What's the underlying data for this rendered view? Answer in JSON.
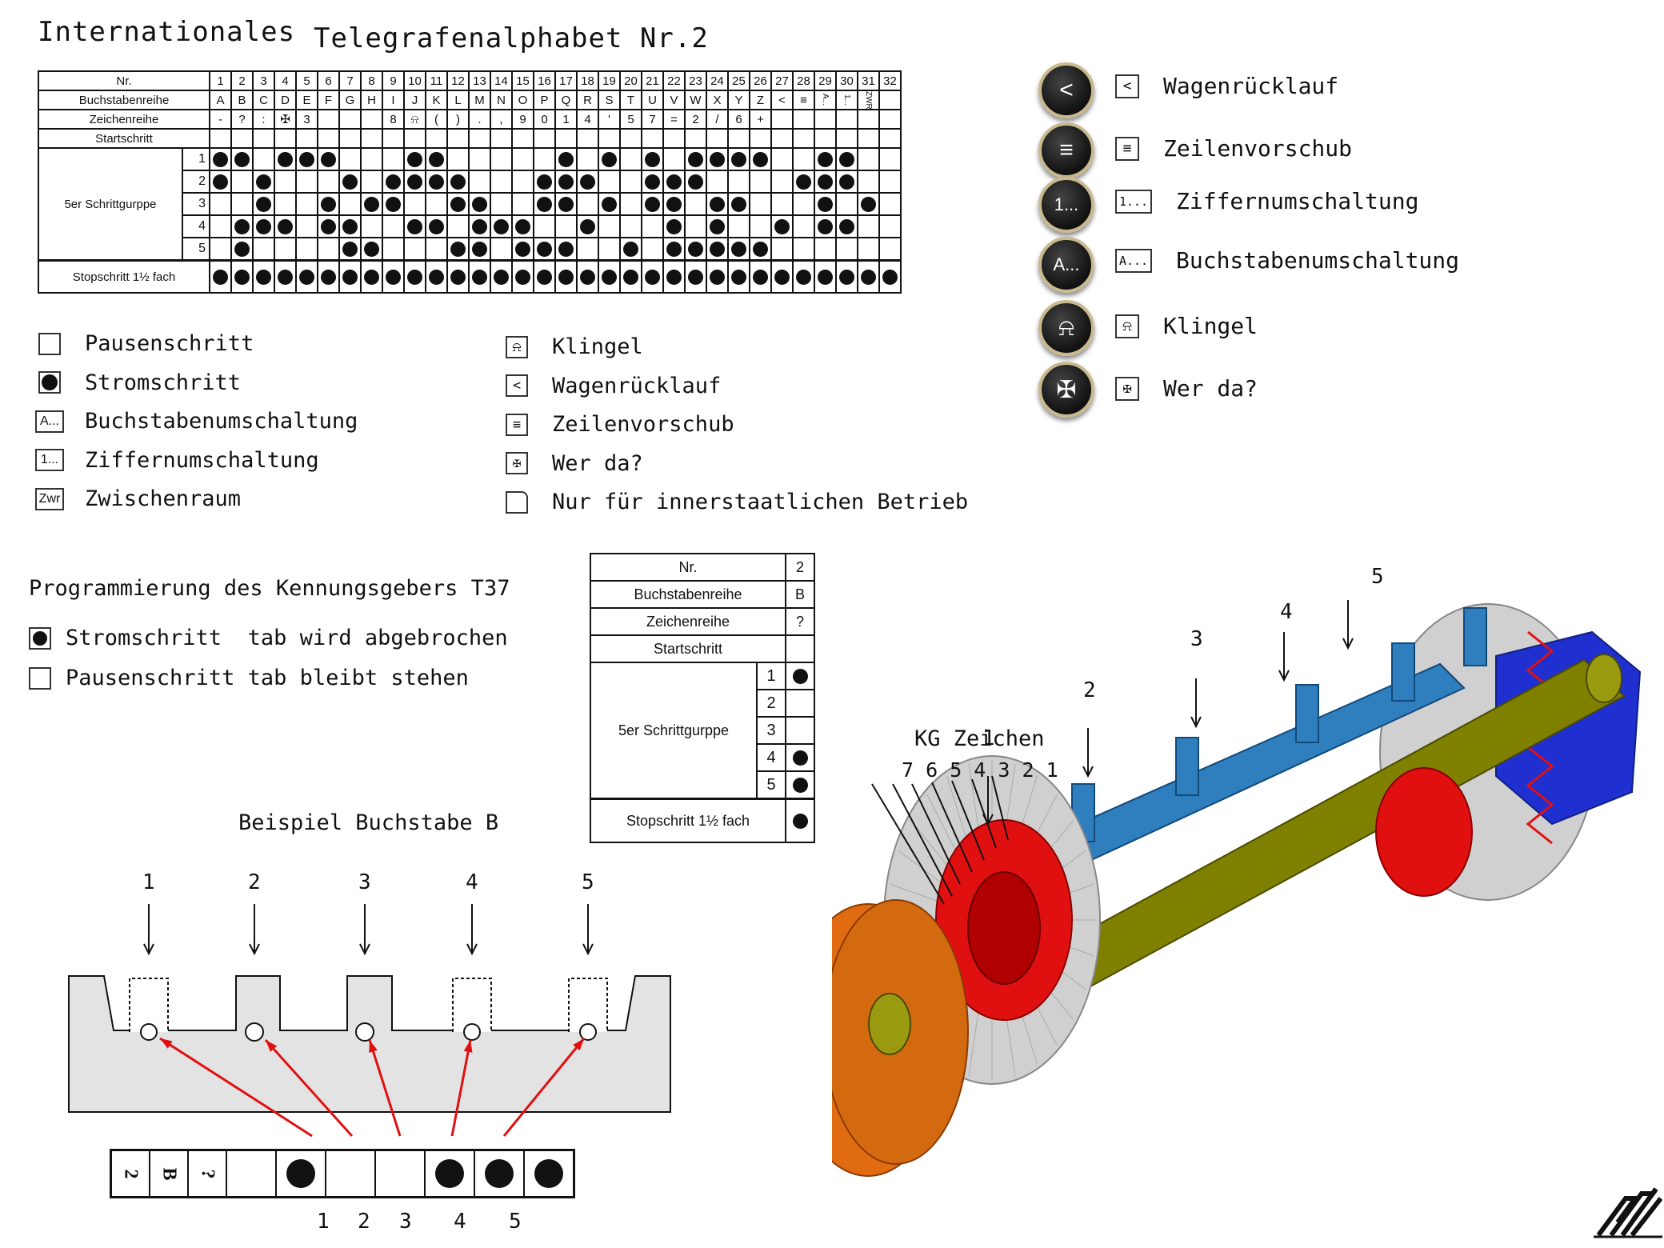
{
  "header": {
    "title_left": "Internationales",
    "title_right": "Telegrafenalphabet Nr.2"
  },
  "table": {
    "nr_label": "Nr.",
    "row_labels": {
      "letters": "Buchstabenreihe",
      "figures": "Zeichenreihe",
      "start": "Startschritt",
      "group": "5er Schrittgurppe",
      "stop": "Stopschritt 1½ fach"
    },
    "numbers": [
      "1",
      "2",
      "3",
      "4",
      "5",
      "6",
      "7",
      "8",
      "9",
      "10",
      "11",
      "12",
      "13",
      "14",
      "15",
      "16",
      "17",
      "18",
      "19",
      "20",
      "21",
      "22",
      "23",
      "24",
      "25",
      "26",
      "27",
      "28",
      "29",
      "30",
      "31",
      "32"
    ],
    "letters": [
      "A",
      "B",
      "C",
      "D",
      "E",
      "F",
      "G",
      "H",
      "I",
      "J",
      "K",
      "L",
      "M",
      "N",
      "O",
      "P",
      "Q",
      "R",
      "S",
      "T",
      "U",
      "V",
      "W",
      "X",
      "Y",
      "Z",
      "<",
      "≡",
      "A...",
      "1...",
      "ZWR",
      ""
    ],
    "figures": [
      "-",
      "?",
      ":",
      "✠",
      "3",
      "",
      "",
      "",
      "8",
      "⍾",
      "(",
      ")",
      ".",
      ",",
      "9",
      "0",
      "1",
      "4",
      "'",
      "5",
      "7",
      "=",
      "2",
      "/",
      "6",
      "+",
      "",
      "",
      "",
      "",
      "",
      ""
    ],
    "sub_rows": [
      "1",
      "2",
      "3",
      "4",
      "5"
    ],
    "holes": [
      [
        1,
        1,
        0,
        1,
        1,
        1,
        0,
        0,
        0,
        1,
        1,
        0,
        0,
        0,
        0,
        0,
        1,
        0,
        1,
        0,
        1,
        0,
        1,
        1,
        1,
        1,
        0,
        0,
        1,
        1,
        0,
        0
      ],
      [
        1,
        0,
        1,
        0,
        0,
        0,
        1,
        0,
        1,
        1,
        1,
        1,
        0,
        0,
        0,
        1,
        1,
        1,
        0,
        0,
        1,
        1,
        1,
        0,
        0,
        0,
        0,
        1,
        1,
        1,
        0,
        0
      ],
      [
        0,
        0,
        1,
        0,
        0,
        1,
        0,
        1,
        1,
        0,
        0,
        1,
        1,
        0,
        0,
        1,
        1,
        0,
        1,
        0,
        1,
        1,
        0,
        1,
        1,
        0,
        0,
        0,
        1,
        0,
        1,
        0
      ],
      [
        0,
        1,
        1,
        1,
        0,
        1,
        1,
        0,
        0,
        1,
        1,
        0,
        1,
        1,
        1,
        0,
        0,
        1,
        0,
        0,
        0,
        1,
        0,
        1,
        0,
        0,
        1,
        0,
        1,
        1,
        0,
        0
      ],
      [
        0,
        1,
        0,
        0,
        0,
        0,
        1,
        1,
        0,
        0,
        0,
        1,
        1,
        0,
        1,
        1,
        1,
        0,
        0,
        1,
        0,
        1,
        1,
        1,
        1,
        1,
        0,
        0,
        0,
        0,
        0,
        0
      ]
    ]
  },
  "legend_left": [
    {
      "icon": "empty-square",
      "label": "Pausenschritt"
    },
    {
      "icon": "filled-dot",
      "label": "Stromschritt"
    },
    {
      "icon": "A...",
      "label": "Buchstabenumschaltung"
    },
    {
      "icon": "1...",
      "label": "Ziffernumschaltung"
    },
    {
      "icon": "Zwr",
      "label": "Zwischenraum"
    }
  ],
  "legend_mid": [
    {
      "icon": "⍾",
      "label": "Klingel"
    },
    {
      "icon": "<",
      "label": "Wagenrücklauf"
    },
    {
      "icon": "≡",
      "label": "Zeilenvorschub"
    },
    {
      "icon": "✠",
      "label": "Wer da?"
    },
    {
      "icon": "corner",
      "label": "Nur für innerstaatlichen Betrieb"
    }
  ],
  "legend_right": [
    {
      "key": "<",
      "icon": "<",
      "label": "Wagenrücklauf"
    },
    {
      "key": "≡",
      "icon": "≡",
      "label": "Zeilenvorschub"
    },
    {
      "key": "1...",
      "icon": "1...",
      "label": "Ziffernumschaltung"
    },
    {
      "key": "A...",
      "icon": "A...",
      "label": "Buchstabenumschaltung"
    },
    {
      "key": "⍾",
      "icon": "⍾",
      "label": "Klingel"
    },
    {
      "key": "✠",
      "icon": "✠",
      "label": "Wer da?"
    }
  ],
  "programming": {
    "title": "Programmierung des Kennungsgebers T37",
    "rule1": "Stromschritt  tab wird abgebrochen",
    "rule2": "Pausenschritt tab bleibt stehen"
  },
  "small_table": {
    "nr": "2",
    "letter": "B",
    "figure": "?",
    "sub_rows": [
      "1",
      "2",
      "3",
      "4",
      "5"
    ],
    "holes": [
      1,
      0,
      0,
      1,
      1
    ],
    "stop": 1
  },
  "example": {
    "title": "Beispiel Buchstabe B",
    "slots": [
      "1",
      "2",
      "3",
      "4",
      "5"
    ],
    "tape_head": [
      "2",
      "B",
      "?"
    ],
    "tape_holes": [
      0,
      1,
      0,
      0,
      1,
      1,
      1
    ],
    "tape_numbers": [
      "1",
      "2",
      "3",
      "4",
      "5"
    ]
  },
  "drawing": {
    "kg_label": "KG Zeichen",
    "kg_numbers": "7 6 5 4 3 2 1",
    "tab_numbers": [
      "1",
      "2",
      "3",
      "4",
      "5"
    ]
  },
  "colors": {
    "shaft": "#808000",
    "disk": "#d0d0d0",
    "blue": "#2f7fbf",
    "red": "#e01010",
    "orange": "#e06b10",
    "arrow": "#e01010"
  }
}
